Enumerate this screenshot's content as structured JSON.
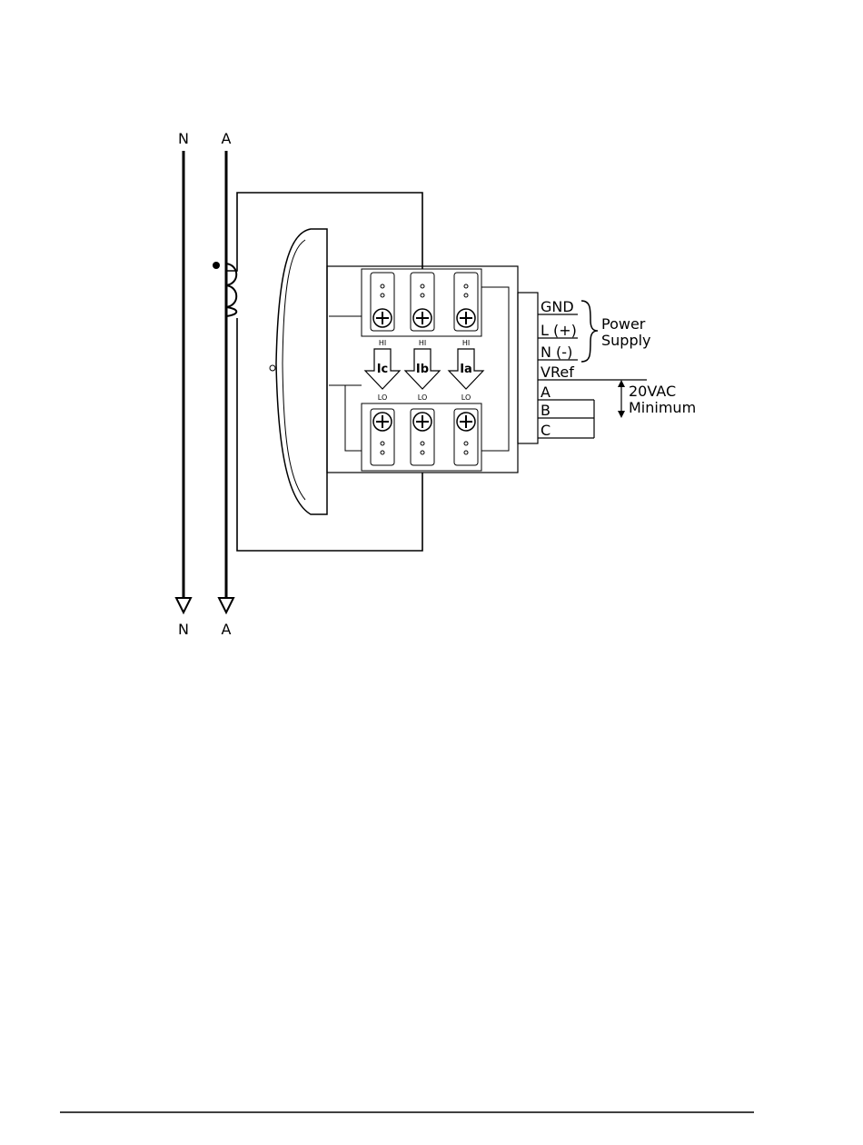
{
  "lines": {
    "top_n": "N",
    "top_a": "A",
    "bottom_n": "N",
    "bottom_a": "A"
  },
  "ct_inputs": [
    {
      "name": "Ic",
      "hi": "HI",
      "lo": "LO"
    },
    {
      "name": "Ib",
      "hi": "HI",
      "lo": "LO"
    },
    {
      "name": "Ia",
      "hi": "HI",
      "lo": "LO"
    }
  ],
  "terminals": [
    "GND",
    "L (+)",
    "N (-)",
    "VRef",
    "A",
    "B",
    "C"
  ],
  "power_supply_label": [
    "Power",
    "Supply"
  ],
  "voltage_label": [
    "20VAC",
    "Minimum"
  ]
}
